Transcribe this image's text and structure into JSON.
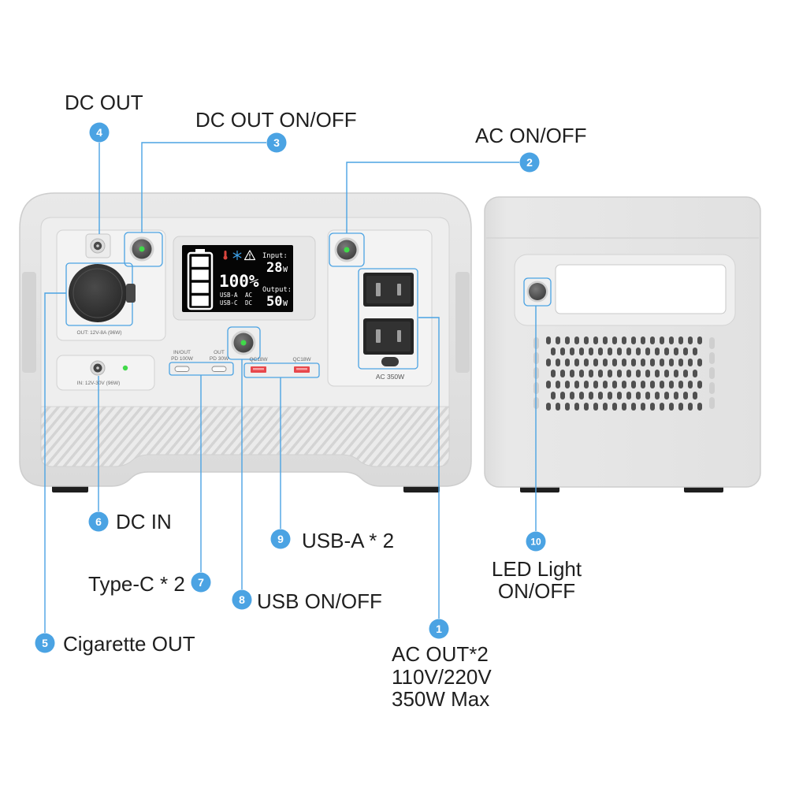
{
  "colors": {
    "accent": "#4ba3e3",
    "power_indicator": "#41d94a",
    "usb_a_port": "#e8474c",
    "temperature_icon": "#d9463e",
    "cooling_icon": "#3da0e8"
  },
  "callouts": [
    {
      "number": "1",
      "lines": [
        "AC OUT*2",
        "110V/220V",
        "350W Max"
      ]
    },
    {
      "number": "2",
      "lines": [
        "AC ON/OFF"
      ]
    },
    {
      "number": "3",
      "lines": [
        "DC OUT ON/OFF"
      ]
    },
    {
      "number": "4",
      "lines": [
        "DC OUT"
      ]
    },
    {
      "number": "5",
      "lines": [
        "Cigarette OUT"
      ]
    },
    {
      "number": "6",
      "lines": [
        "DC IN"
      ]
    },
    {
      "number": "7",
      "lines": [
        "Type-C * 2"
      ]
    },
    {
      "number": "8",
      "lines": [
        "USB ON/OFF"
      ]
    },
    {
      "number": "9",
      "lines": [
        "USB-A * 2"
      ]
    },
    {
      "number": "10",
      "lines": [
        "LED Light",
        "ON/OFF"
      ]
    }
  ],
  "front_panel": {
    "dc_out_rating": "OUT: 12V-8A (96W)",
    "dc_in_rating": "IN: 12V-30V (96W)",
    "type_c_ports": [
      {
        "mode": "IN/OUT",
        "power": "PD 100W"
      },
      {
        "mode": "OUT",
        "power": "PD 30W"
      }
    ],
    "usb_a_ports": [
      "QC18W",
      "QC18W"
    ],
    "ac_rating": "AC 350W"
  },
  "display": {
    "battery_percent": "100%",
    "battery_bars_filled": 4,
    "battery_bars_total": 4,
    "status_icons": [
      "thermometer-icon",
      "snowflake-icon",
      "warning-icon"
    ],
    "input_label": "Input:",
    "input_value": "28",
    "input_unit": "W",
    "output_label": "Output:",
    "output_value": "50",
    "output_unit": "W",
    "output_indicators": [
      [
        "USB-A",
        "AC"
      ],
      [
        "USB-C",
        "DC"
      ]
    ]
  }
}
